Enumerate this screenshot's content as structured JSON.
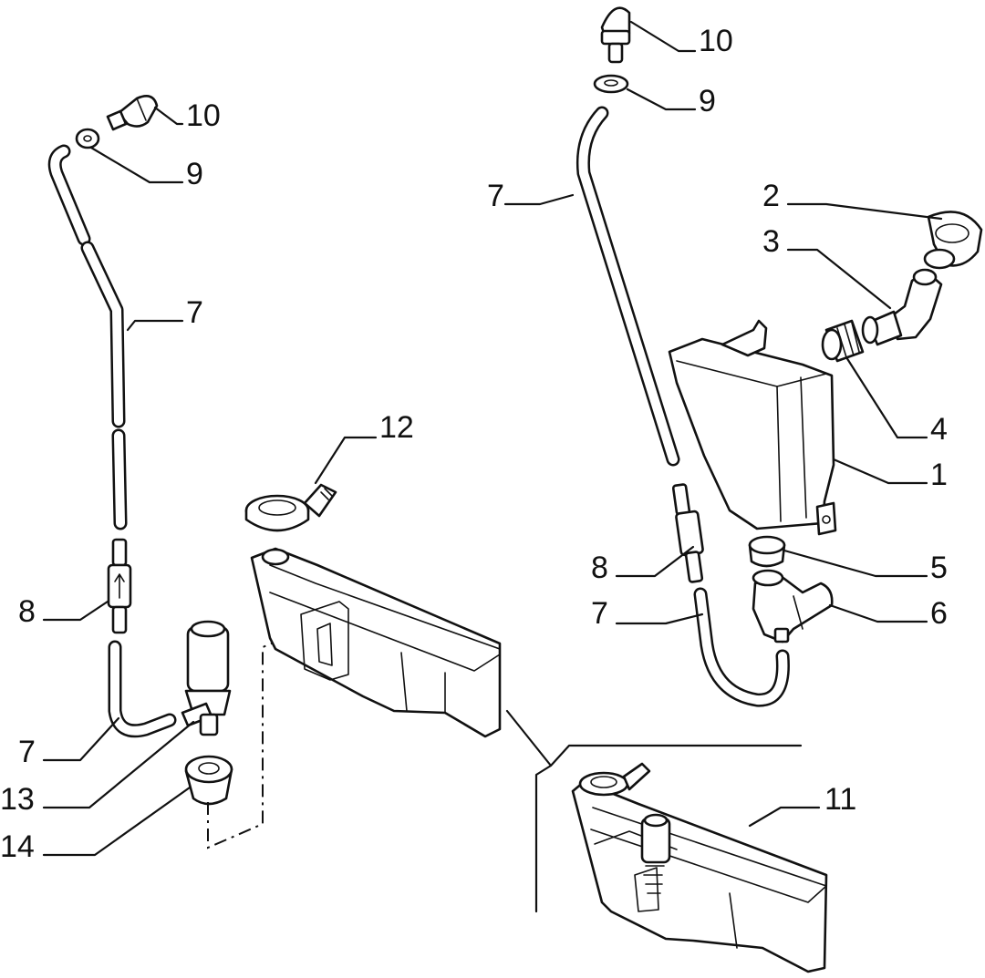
{
  "diagram": {
    "callouts": [
      {
        "id": "c-10-left",
        "text": "10"
      },
      {
        "id": "c-9-left",
        "text": "9"
      },
      {
        "id": "c-7-left-top",
        "text": "7"
      },
      {
        "id": "c-8-left",
        "text": "8"
      },
      {
        "id": "c-7-left-bottom",
        "text": "7"
      },
      {
        "id": "c-13",
        "text": "13"
      },
      {
        "id": "c-14",
        "text": "14"
      },
      {
        "id": "c-12",
        "text": "12"
      },
      {
        "id": "c-10-right",
        "text": "10"
      },
      {
        "id": "c-9-right",
        "text": "9"
      },
      {
        "id": "c-7-right-top",
        "text": "7"
      },
      {
        "id": "c-2",
        "text": "2"
      },
      {
        "id": "c-3",
        "text": "3"
      },
      {
        "id": "c-4",
        "text": "4"
      },
      {
        "id": "c-1",
        "text": "1"
      },
      {
        "id": "c-8-right",
        "text": "8"
      },
      {
        "id": "c-5",
        "text": "5"
      },
      {
        "id": "c-7-right-bottom",
        "text": "7"
      },
      {
        "id": "c-6",
        "text": "6"
      },
      {
        "id": "c-11",
        "text": "11"
      }
    ]
  }
}
